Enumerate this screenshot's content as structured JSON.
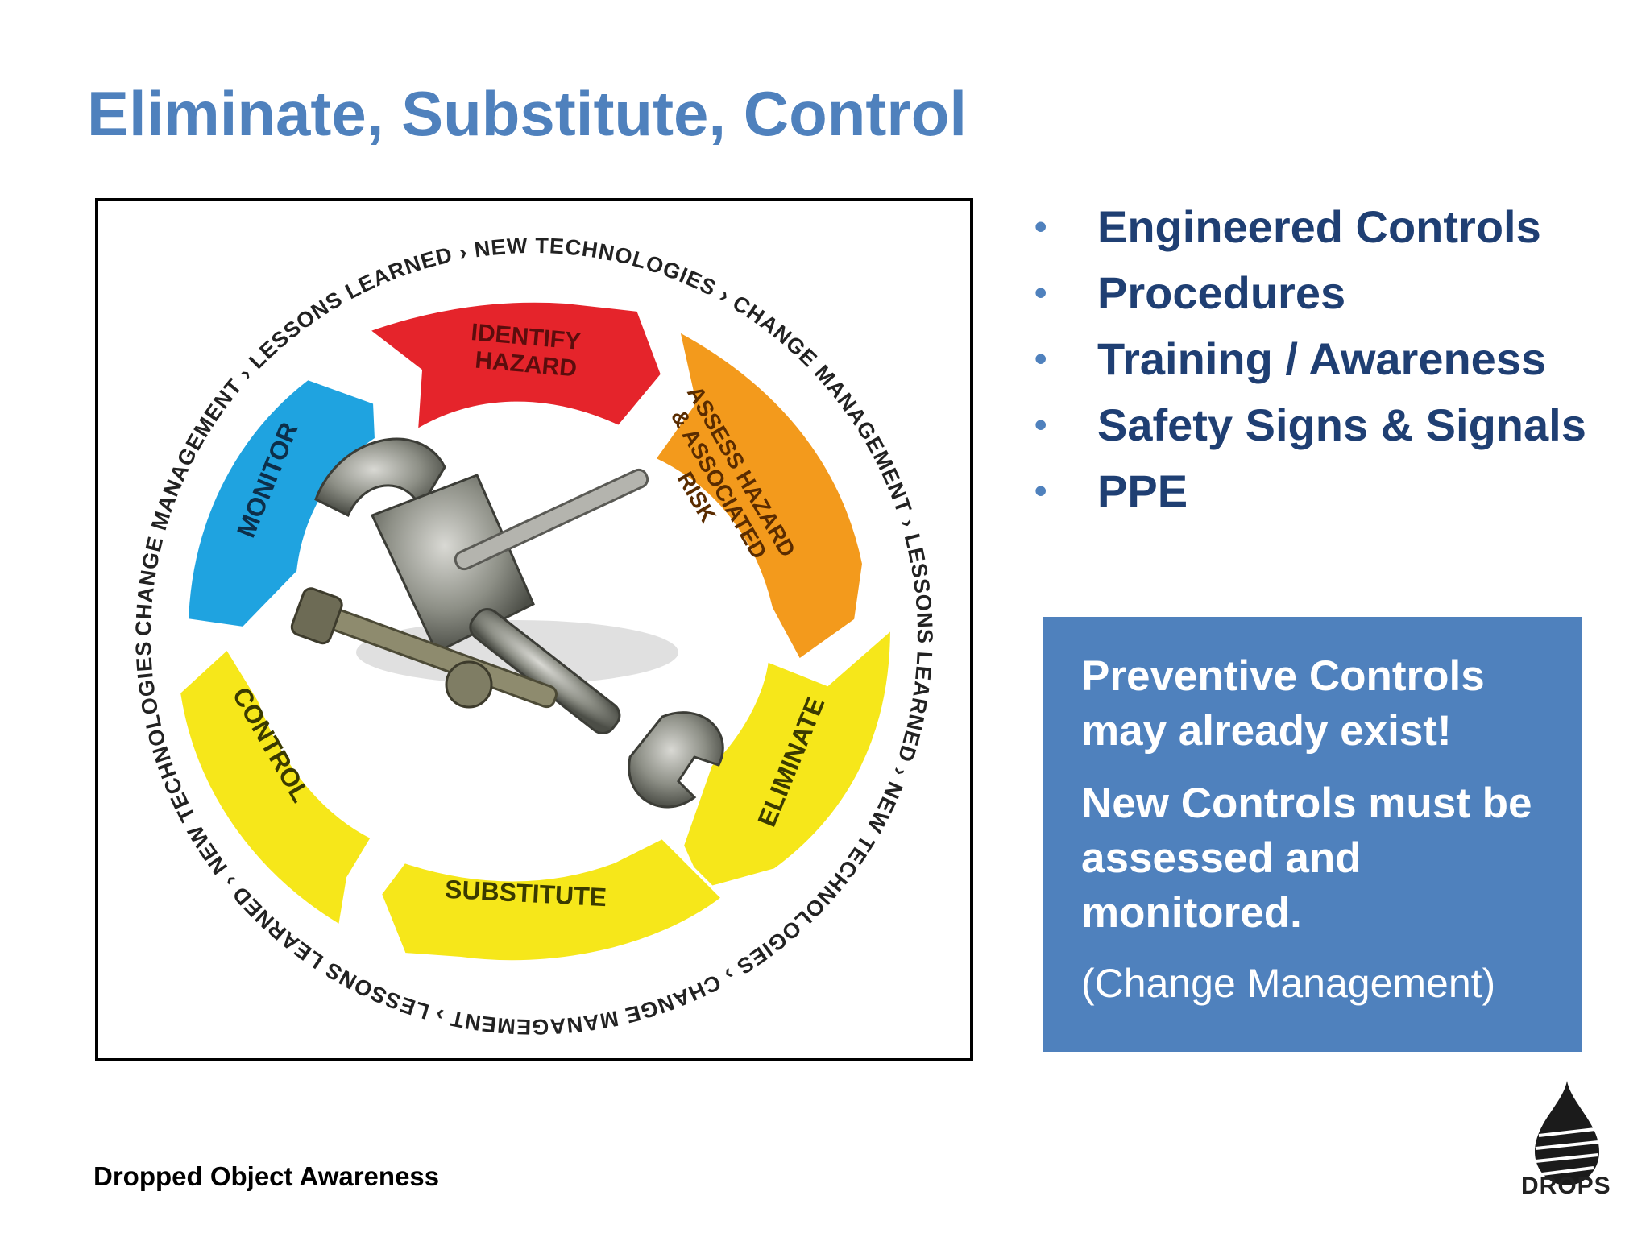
{
  "slide": {
    "title": "Eliminate, Substitute, Control",
    "footer": "Dropped Object Awareness",
    "logo_text": "DROPS"
  },
  "cycle": {
    "segments": {
      "identify": "IDENTIFY HAZARD",
      "assess": "ASSESS HAZARD & ASSOCIATED RISK",
      "eliminate": "ELIMINATE",
      "substitute": "SUBSTITUTE",
      "control": "CONTROL",
      "monitor": "MONITOR"
    },
    "ring_text": "CHANGE MANAGEMENT › LESSONS LEARNED › NEW TECHNOLOGIES › CHANGE MANAGEMENT › LESSONS LEARNED › NEW TECHNOLOGIES › CHANGE MANAGEMENT › LESSONS LEARNED › NEW TECHNOLOGIES ›",
    "colors": {
      "identify": "#e5242b",
      "assess": "#f39a1c",
      "eliminate": "#f6e71a",
      "substitute": "#f6e71a",
      "control": "#f6e71a",
      "monitor": "#1fa3e0"
    }
  },
  "bullets": [
    "Engineered Controls",
    "Procedures",
    "Training / Awareness",
    "Safety Signs & Signals",
    "PPE"
  ],
  "callout": {
    "line1": "Preventive Controls may already exist!",
    "line2": "New Controls must be assessed and monitored.",
    "line3": "(Change Management)"
  },
  "colors": {
    "title": "#4f81bd",
    "bullet_text": "#1f3f73",
    "callout_bg": "#4f81bd"
  }
}
